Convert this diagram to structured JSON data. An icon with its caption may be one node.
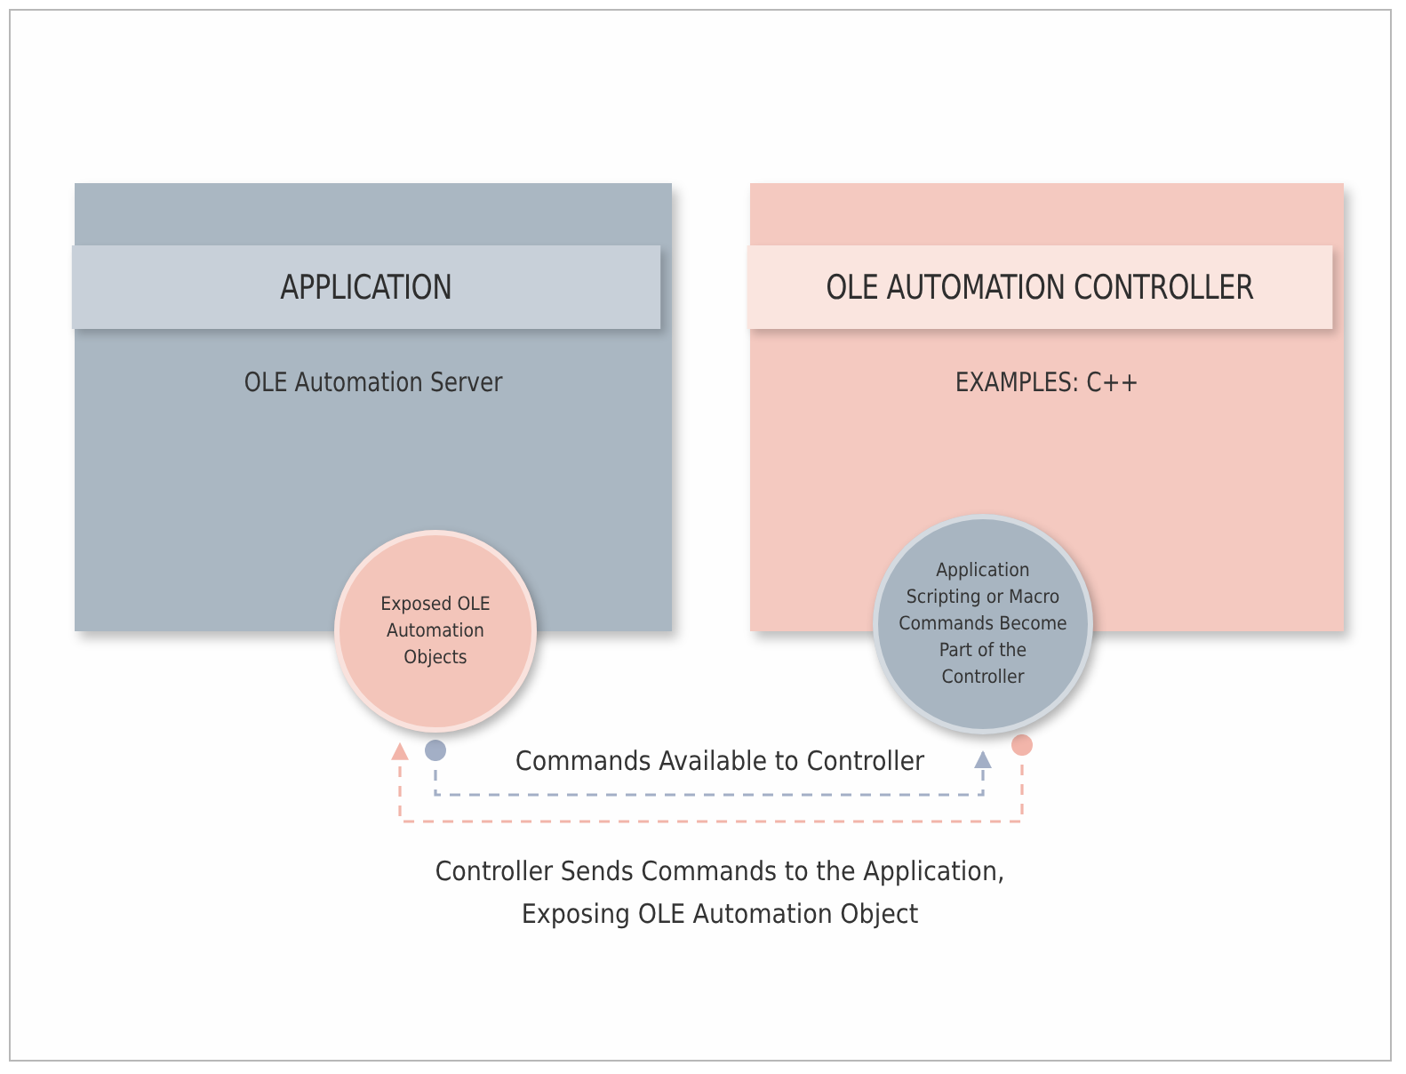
{
  "diagram": {
    "nodes": [
      {
        "text": [
          "APPLICATION",
          "OLE Automation Server"
        ]
      },
      {
        "text": [
          "Exposed OLE Automation Objects"
        ]
      },
      {
        "text": [
          "OLE AUTOMATION CONTROLLER",
          "EXAMPLES: C++"
        ]
      },
      {
        "text": [
          "Application Scripting or Macro Commands Become Part of the Controller"
        ]
      }
    ],
    "edges": [
      {
        "from": 1,
        "to": 3,
        "arrow": "to",
        "style": "dashed",
        "label": "Commands Available to Controller",
        "color": "#a3afc6"
      },
      {
        "from": 3,
        "to": 1,
        "arrow": "to",
        "style": "dashed",
        "label": "Controller Sends Commands to the Application, Exposing OLE Automation Object",
        "color": "#f2b5aa"
      }
    ]
  }
}
